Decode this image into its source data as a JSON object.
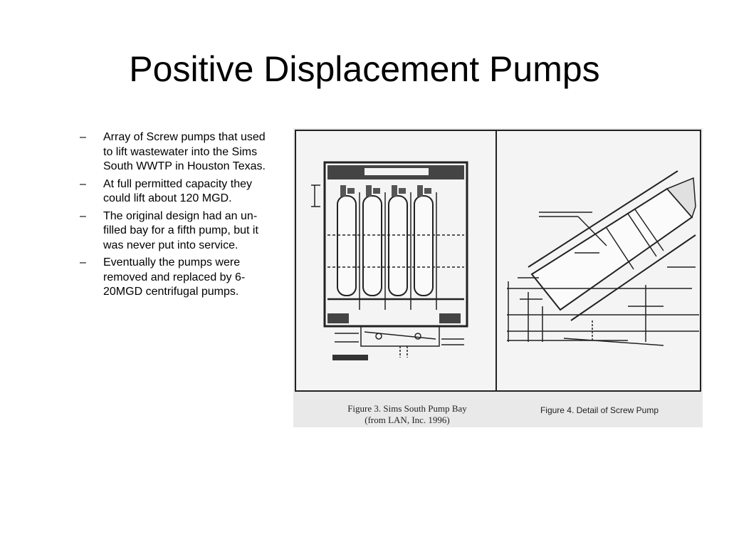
{
  "slide": {
    "title": "Positive Displacement Pumps",
    "bullet_marker": "–",
    "bullets": [
      "Array of Screw pumps that used to lift wastewater into the Sims South WWTP in Houston Texas.",
      "At full permitted capacity they could lift about 120 MGD.",
      "The original design had an un-filled bay for a fifth pump, but it was never put into service.",
      "Eventually the pumps were removed and replaced by 6-20MGD centrifugal pumps."
    ]
  },
  "figure": {
    "caption_left_line1": "Figure 3. Sims South Pump Bay",
    "caption_left_line2": "(from LAN, Inc. 1996)",
    "caption_right": "Figure 4. Detail of Screw Pump"
  }
}
